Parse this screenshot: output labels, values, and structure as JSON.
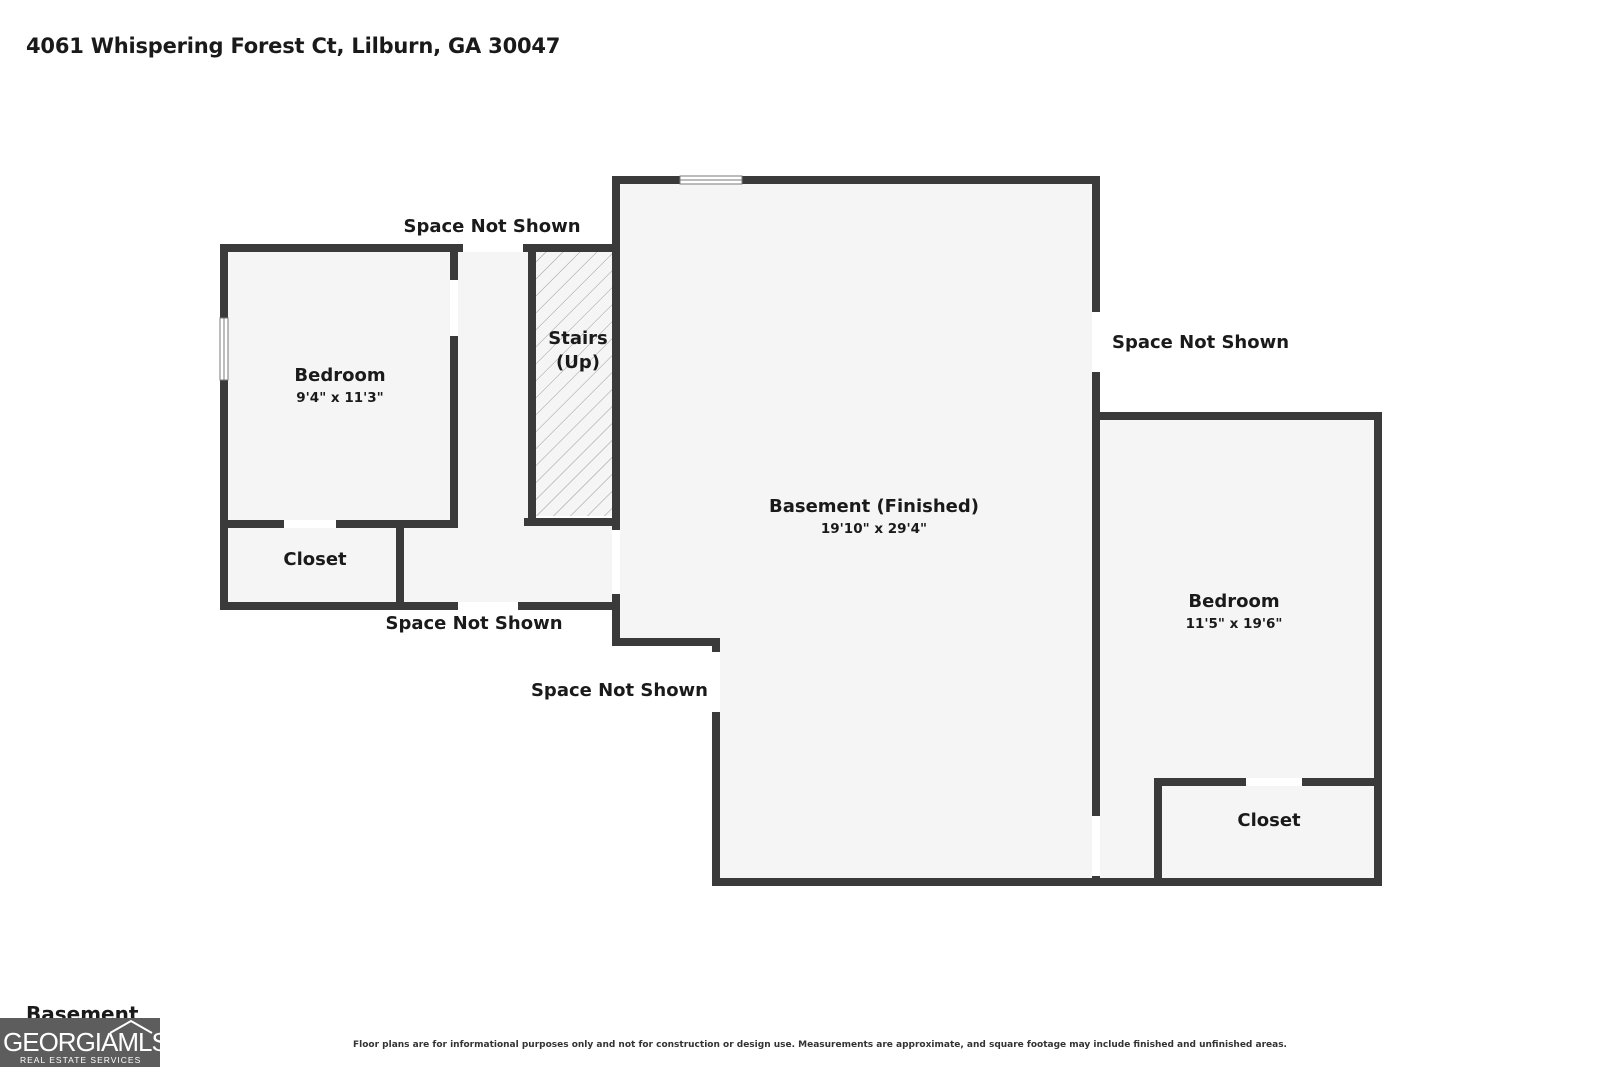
{
  "header": {
    "address": "4061 Whispering Forest Ct, Lilburn, GA 30047"
  },
  "rooms": {
    "bedroom_left": {
      "name": "Bedroom",
      "dims": "9'4\" x 11'3\""
    },
    "closet_left": {
      "name": "Closet"
    },
    "stairs": {
      "name_line1": "Stairs",
      "name_line2": "(Up)"
    },
    "basement": {
      "name": "Basement (Finished)",
      "dims": "19'10\" x 29'4\""
    },
    "bedroom_right": {
      "name": "Bedroom",
      "dims": "11'5\" x 19'6\""
    },
    "closet_right": {
      "name": "Closet"
    }
  },
  "external_labels": {
    "top_left": "Space Not Shown",
    "right": "Space Not Shown",
    "bottom_left": "Space Not Shown",
    "bottom_middle": "Space Not Shown"
  },
  "footer": {
    "floor_label": "Basement",
    "disclaimer": "Floor plans are for informational purposes only and not for construction or design use. Measurements are approximate, and square footage may include finished and unfinished areas.",
    "logo_text": "GEORGIAMLS",
    "logo_subtext": "REAL ESTATE SERVICES"
  },
  "colors": {
    "wall": "#3a3a3a",
    "floor": "#f5f5f5",
    "background": "#ffffff",
    "logo_bg": "#5d5d5d"
  }
}
